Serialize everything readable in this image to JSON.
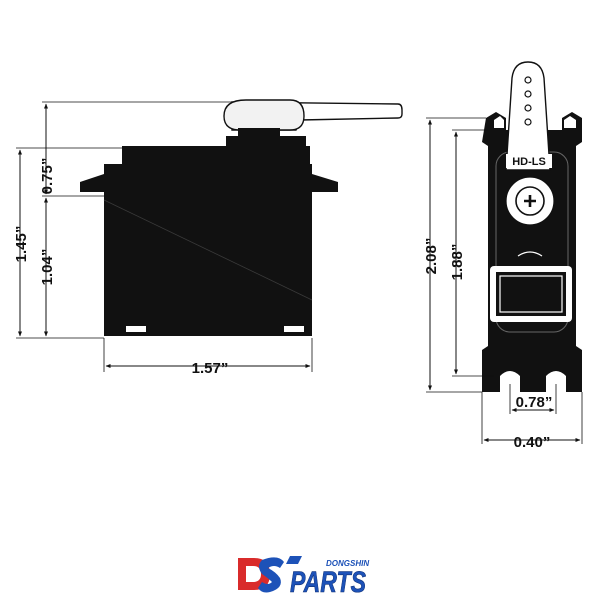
{
  "side_view": {
    "width_label": "1.57”",
    "total_height_label": "1.45”",
    "upper_height_label": "0.75”",
    "lower_height_label": "1.04”"
  },
  "front_view": {
    "model_label": "HD-LS",
    "height_label": "2.08”",
    "mount_height_label": "1.88”",
    "hole_spacing_label": "0.78”",
    "width_label": "0.40”"
  },
  "logo": {
    "brand_small": "DONGSHIN",
    "brand_big": "PARTS",
    "colors": {
      "red": "#d92b2b",
      "blue": "#1d52b8",
      "dark": "#222222"
    }
  }
}
